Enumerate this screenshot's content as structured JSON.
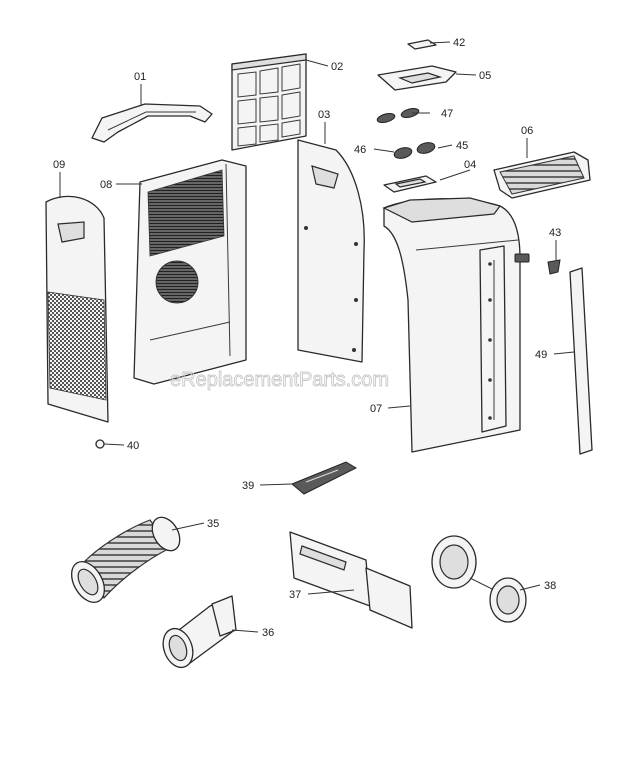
{
  "watermark": "eReplacementParts.com",
  "callouts": {
    "c01": "01",
    "c02": "02",
    "c03": "03",
    "c04": "04",
    "c05": "05",
    "c06": "06",
    "c07": "07",
    "c08": "08",
    "c09": "09",
    "c35": "35",
    "c36": "36",
    "c37": "37",
    "c38": "38",
    "c39": "39",
    "c40": "40",
    "c42": "42",
    "c43": "43",
    "c45": "45",
    "c46": "46",
    "c47": "47",
    "c49": "49"
  }
}
